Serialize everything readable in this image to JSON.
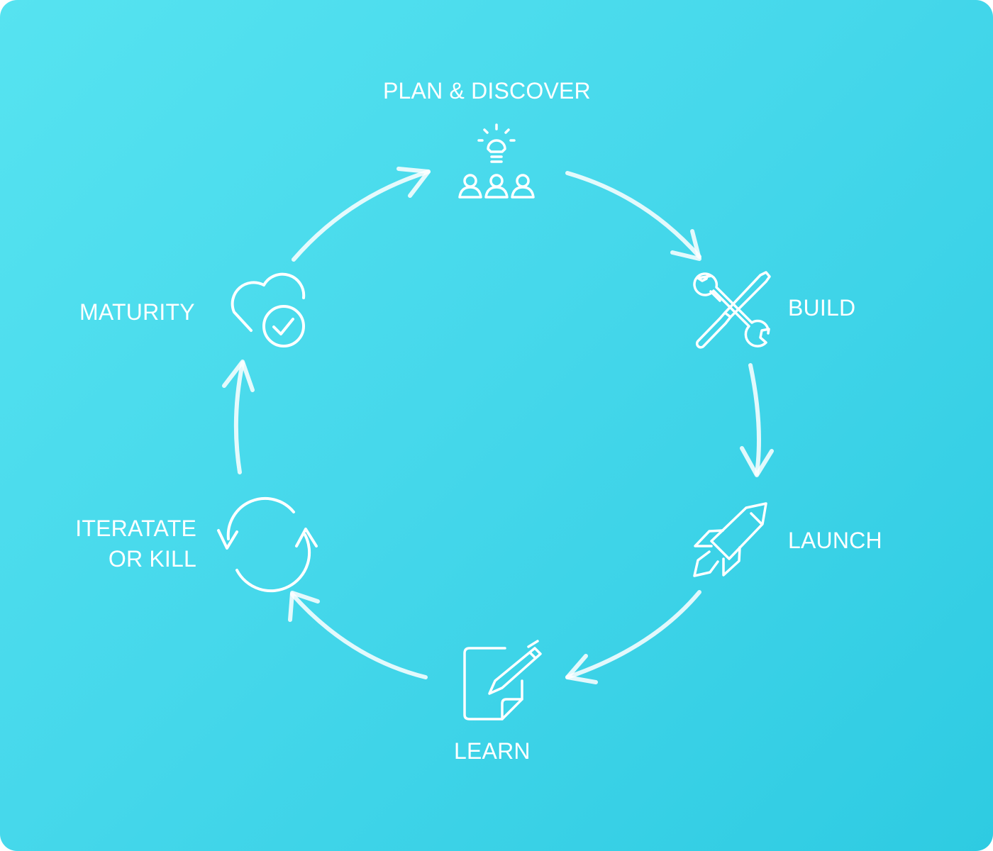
{
  "stages": {
    "plan": "PLAN & DISCOVER",
    "build": "BUILD",
    "launch": "LAUNCH",
    "learn": "LEARN",
    "iterate_line1": "ITERATATE",
    "iterate_line2": "OR KILL",
    "maturity": "MATURITY"
  },
  "icons": {
    "plan": "lightbulb-team-icon",
    "build": "wrench-screwdriver-icon",
    "launch": "rocket-icon",
    "learn": "document-pen-icon",
    "iterate": "refresh-cycle-icon",
    "maturity": "heart-check-icon"
  },
  "colors": {
    "background_start": "#56e3f0",
    "background_end": "#2ecbe2",
    "foreground": "#ffffff"
  }
}
